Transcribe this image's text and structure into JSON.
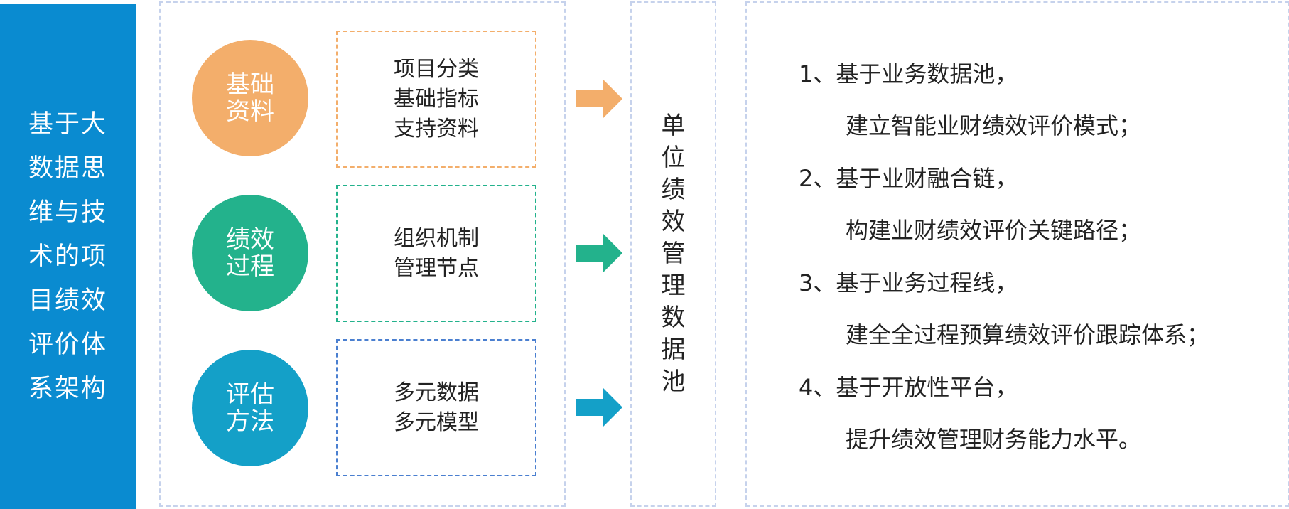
{
  "colors": {
    "left_bar": "#0a8bd0",
    "basic": "#f3ae6b",
    "performance": "#23b28c",
    "evaluation": "#14a0c8",
    "panel_border": "#c6d2ec"
  },
  "left_title": "基于大数据思维与技术的项目绩效评价体系架构",
  "rows": [
    {
      "circle": "基础资料",
      "box": "项目分类基础指标支持资料",
      "arrow_icon": "arrow-right"
    },
    {
      "circle": "绩效过程",
      "box": "组织机制管理节点",
      "arrow_icon": "arrow-right"
    },
    {
      "circle": "评估方法",
      "box": "多元数据多元模型",
      "arrow_icon": "arrow-right"
    }
  ],
  "pool_title": "单位绩效管理数据池",
  "points": [
    {
      "head": "1、基于业务数据池，",
      "body": "建立智能业财绩效评价模式；"
    },
    {
      "head": "2、基于业财融合链，",
      "body": "构建业财绩效评价关键路径；"
    },
    {
      "head": "3、基于业务过程线，",
      "body": "建全全过程预算绩效评价跟踪体系；"
    },
    {
      "head": "4、基于开放性平台，",
      "body": "提升绩效管理财务能力水平。"
    }
  ]
}
